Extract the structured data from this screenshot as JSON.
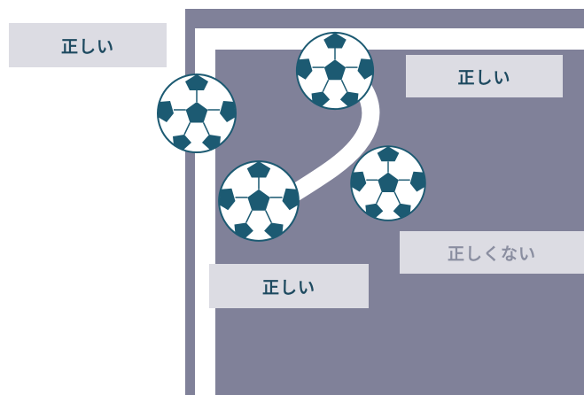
{
  "labels": {
    "top_left": "正しい",
    "top_right": "正しい",
    "bottom_right": "正しくない",
    "bottom_center": "正しい"
  },
  "colors": {
    "field": "#808199",
    "line": "#ffffff",
    "label_bg": "#dcdce3",
    "label_ok": "#1e4a60",
    "label_ng": "#8a8ea0",
    "ball_patch": "#1c5a72"
  }
}
